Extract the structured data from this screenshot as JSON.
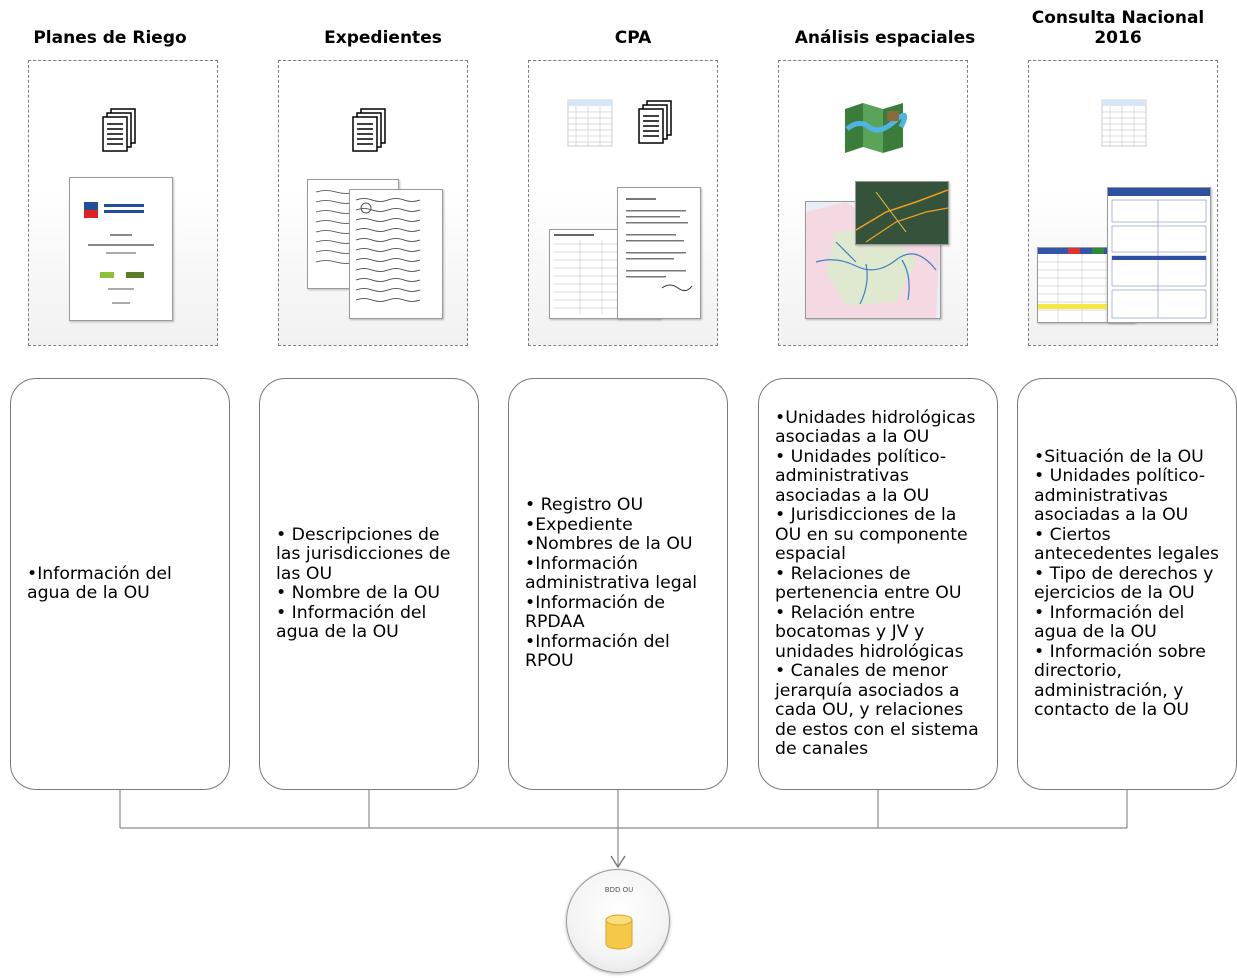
{
  "columns": [
    {
      "title": "Planes de Riego",
      "items": [
        "•Información del agua de la OU"
      ]
    },
    {
      "title": "Expedientes",
      "items": [
        "• Descripciones de las jurisdicciones de las OU",
        "• Nombre de la OU",
        "• Información del agua de la OU"
      ]
    },
    {
      "title": "CPA",
      "items": [
        "• Registro OU",
        "•Expediente",
        "•Nombres de la OU",
        "•Información administrativa legal",
        "•Información de RPDAA",
        "•Información del RPOU"
      ]
    },
    {
      "title": "Análisis espaciales",
      "items": [
        "•Unidades hidrológicas asociadas a la OU",
        "• Unidades político-administrativas asociadas a la OU",
        "• Jurisdicciones de la OU en su componente espacial",
        "• Relaciones de pertenencia entre OU",
        "• Relación entre bocatomas y JV y unidades hidrológicas",
        "• Canales de menor jerarquía asociados a cada OU, y relaciones de estos con el sistema de canales"
      ]
    },
    {
      "title": "Consulta Nacional 2016",
      "items": [
        "•Situación de la OU",
        "• Unidades político-administrativas asociadas a la OU",
        "• Ciertos antecedentes legales",
        "• Tipo de derechos y ejercicios de la OU",
        "• Información del agua de la OU",
        "• Información sobre directorio, administración, y contacto de la OU"
      ]
    }
  ],
  "database": {
    "label": "BDD OU",
    "icon": "database-cylinder-icon"
  },
  "colors": {
    "dashed_border": "#7f7f7f",
    "box_border": "#7a7a7a",
    "connector": "#8c8c8c",
    "db_fill": "#f5c542"
  }
}
